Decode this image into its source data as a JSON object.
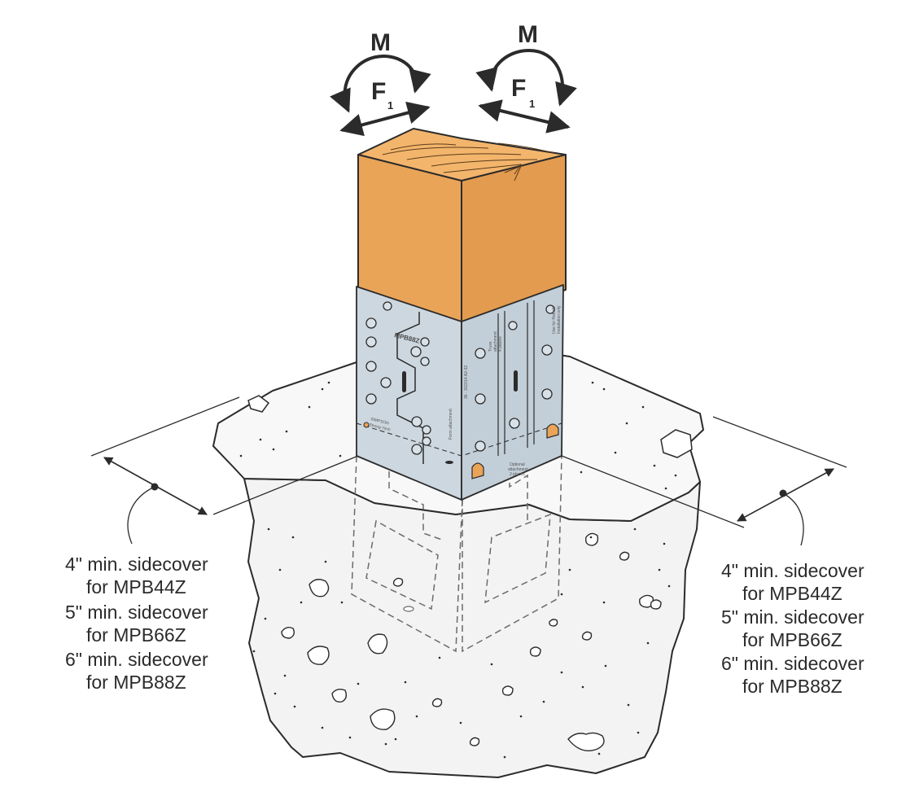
{
  "moment_symbol": "M",
  "force_symbol": "F",
  "force_subscript": "1",
  "product_label": "MPB88Z",
  "brand_label": [
    "SIMPSON",
    "Strong-Tie®"
  ],
  "bracket_note_right": "Form attachment",
  "bracket_code": "36 - 3/22/14 A2-32",
  "bracket_note_top": [
    "Truss",
    "attachment",
    "4 places"
  ],
  "bracket_note_corner": [
    "Use for Retrofit",
    "Installation only"
  ],
  "bracket_note_lower": [
    "Optional",
    "attachment",
    "2 places"
  ],
  "colors": {
    "wood": "#eaa458",
    "wood_side": "#e8a055",
    "steel": "#c9d4dc",
    "concrete": "#f1f1f1",
    "outline": "#2b2b2b"
  },
  "left_labels": [
    {
      "line1": "4\" min. sidecover",
      "line2": "for MPB44Z"
    },
    {
      "line1": "5\" min. sidecover",
      "line2": "for MPB66Z"
    },
    {
      "line1": "6\" min. sidecover",
      "line2": "for MPB88Z"
    }
  ],
  "right_labels": [
    {
      "line1": "4\" min. sidecover",
      "line2": "for MPB44Z"
    },
    {
      "line1": "5\" min. sidecover",
      "line2": "for MPB66Z"
    },
    {
      "line1": "6\" min. sidecover",
      "line2": "for MPB88Z"
    }
  ]
}
